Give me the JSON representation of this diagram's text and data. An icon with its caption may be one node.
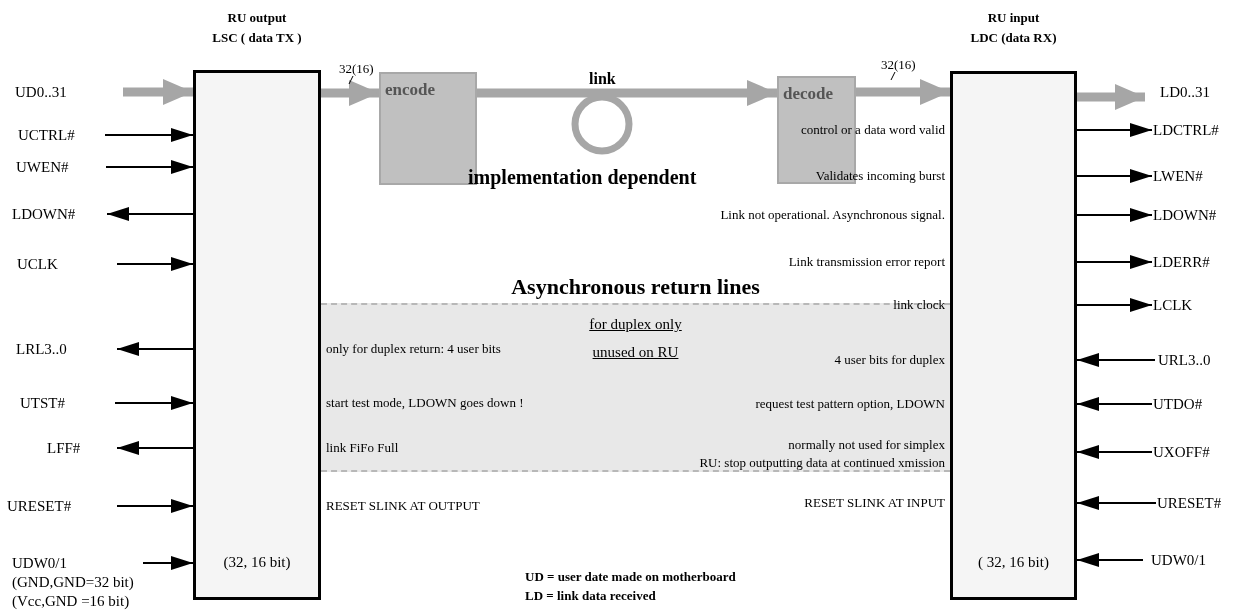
{
  "diagram": {
    "nodes": [
      {
        "text": [
          "RU output",
          "LSC ( data TX )",
          "(32, 16 bit)"
        ],
        "beside": [
          "only for duplex return: 4 user bits",
          "start test mode, LDOWN goes down !",
          "link FiFo Full",
          "RESET SLINK AT OUTPUT"
        ]
      },
      {
        "text": [
          "UD0..31"
        ]
      },
      {
        "text": [
          "UCTRL#"
        ]
      },
      {
        "text": [
          "UWEN#"
        ]
      },
      {
        "text": [
          "LDOWN#"
        ]
      },
      {
        "text": [
          "UCLK"
        ]
      },
      {
        "text": [
          "LRL3..0"
        ]
      },
      {
        "text": [
          "UTST#"
        ]
      },
      {
        "text": [
          "LFF#"
        ]
      },
      {
        "text": [
          "URESET#"
        ]
      },
      {
        "text": [
          "UDW0/1"
        ],
        "beside": [
          "(GND,GND=32 bit)",
          "(Vcc,GND =16 bit)"
        ]
      },
      {
        "text": [
          "encode"
        ]
      },
      {
        "text": [
          "decode"
        ]
      },
      {
        "text": [
          "RU input",
          "LDC (data RX)",
          "( 32, 16 bit)"
        ],
        "beside": [
          "control or a data word valid",
          "Validates incoming burst",
          "Link not operational. Asynchronous signal.",
          "Link transmission error report",
          "link clock",
          "4 user bits for duplex",
          "request test pattern option, LDOWN",
          "normally not used for simplex",
          "RU: stop outputting data at continued xmission",
          "RESET SLINK AT INPUT"
        ]
      },
      {
        "text": [
          "LD0..31"
        ]
      },
      {
        "text": [
          "LDCTRL#"
        ]
      },
      {
        "text": [
          "LWEN#"
        ]
      },
      {
        "text": [
          "LDOWN#"
        ]
      },
      {
        "text": [
          "LDERR#"
        ]
      },
      {
        "text": [
          "LCLK"
        ]
      },
      {
        "text": [
          "URL3..0"
        ]
      },
      {
        "text": [
          "UTDO#"
        ]
      },
      {
        "text": [
          "UXOFF#"
        ]
      },
      {
        "text": [
          "URESET#"
        ]
      },
      {
        "text": [
          "UDW0/1"
        ]
      },
      {
        "text": [
          "Asynchronous return lines",
          "for duplex only",
          "unused on RU"
        ]
      }
    ],
    "edges": [
      {
        "from": 1,
        "to": 0,
        "arrow": "to",
        "style": "thick",
        "color": "#a6a6a6"
      },
      {
        "from": 2,
        "to": 0,
        "arrow": "to"
      },
      {
        "from": 3,
        "to": 0,
        "arrow": "to"
      },
      {
        "from": 0,
        "to": 4,
        "arrow": "to"
      },
      {
        "from": 5,
        "to": 0,
        "arrow": "to"
      },
      {
        "from": 0,
        "to": 6,
        "arrow": "to"
      },
      {
        "from": 7,
        "to": 0,
        "arrow": "to"
      },
      {
        "from": 0,
        "to": 8,
        "arrow": "to"
      },
      {
        "from": 9,
        "to": 0,
        "arrow": "to"
      },
      {
        "from": 10,
        "to": 0,
        "arrow": "to"
      },
      {
        "from": 0,
        "to": 11,
        "arrow": "to",
        "label": "32(16)",
        "style": "thick",
        "color": "#a6a6a6"
      },
      {
        "from": 11,
        "to": 12,
        "arrow": "to",
        "label": "link",
        "style": "thick",
        "color": "#a6a6a6"
      },
      {
        "from": 12,
        "to": 13,
        "arrow": "to",
        "label": "32(16)",
        "style": "thick",
        "color": "#a6a6a6"
      },
      {
        "from": 13,
        "to": 14,
        "arrow": "to",
        "style": "thick",
        "color": "#a6a6a6"
      },
      {
        "from": 13,
        "to": 15,
        "arrow": "to"
      },
      {
        "from": 13,
        "to": 16,
        "arrow": "to"
      },
      {
        "from": 13,
        "to": 17,
        "arrow": "to"
      },
      {
        "from": 13,
        "to": 18,
        "arrow": "to"
      },
      {
        "from": 13,
        "to": 19,
        "arrow": "to"
      },
      {
        "from": 20,
        "to": 13,
        "arrow": "to"
      },
      {
        "from": 21,
        "to": 13,
        "arrow": "to"
      },
      {
        "from": 22,
        "to": 13,
        "arrow": "to"
      },
      {
        "from": 23,
        "to": 13,
        "arrow": "to"
      },
      {
        "from": 24,
        "to": 13,
        "arrow": "to"
      }
    ],
    "labels": [
      "implementation dependent",
      "UD = user date made on motherboard",
      "LD = link data received"
    ]
  }
}
